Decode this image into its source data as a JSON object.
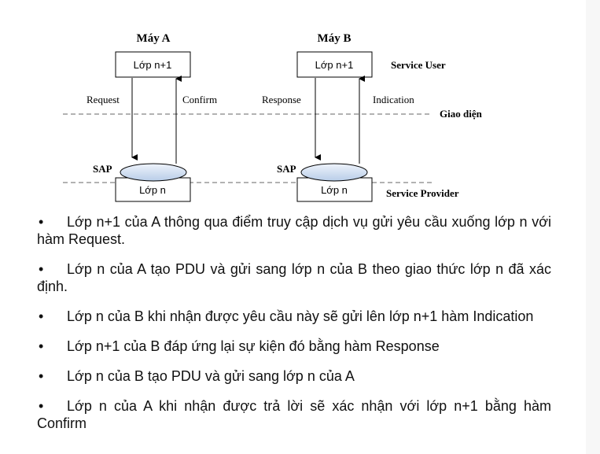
{
  "diagram": {
    "machine_a": "Máy A",
    "machine_b": "Máy B",
    "layer_upper": "Lớp n+1",
    "layer_lower": "Lớp n",
    "service_user": "Service User",
    "service_provider": "Service Provider",
    "interface": "Giao diện",
    "sap": "SAP",
    "request": "Request",
    "confirm": "Confirm",
    "response": "Response",
    "indication": "Indication"
  },
  "bullets": [
    "Lớp n+1 của A thông qua điểm truy cập dịch vụ gửi yêu cầu xuống lớp n với hàm Request.",
    "Lớp n của A tạo PDU và gửi sang lớp n của B theo giao thức lớp n đã xác định.",
    "Lớp n của B khi nhận được yêu cầu này sẽ gửi lên lớp n+1 hàm Indication",
    "Lớp n+1 của B đáp ứng lại sự kiện đó bằng hàm Response",
    "Lớp n của B tạo PDU và gửi sang lớp n của A",
    "Lớp n của A khi nhận được trả lời sẽ xác nhận với lớp n+1 bằng hàm Confirm"
  ],
  "bullet_symbol": "•"
}
